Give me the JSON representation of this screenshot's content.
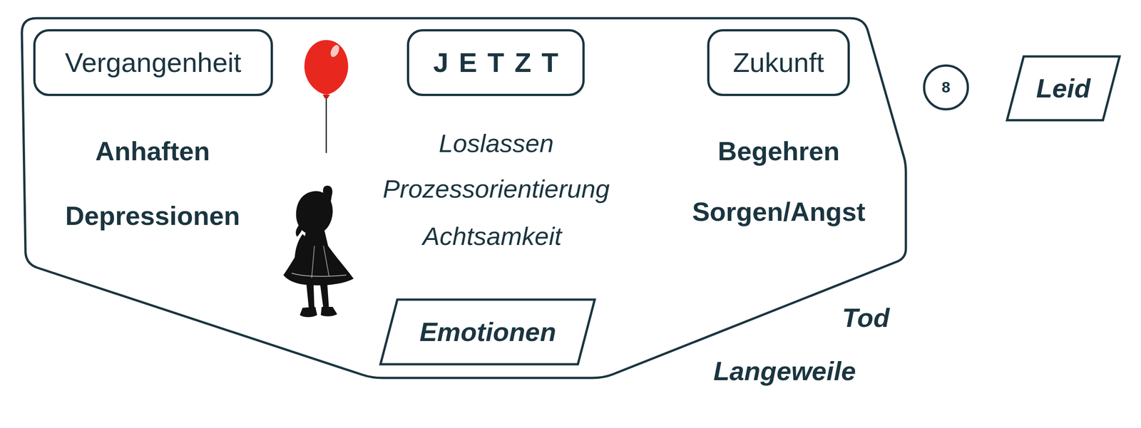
{
  "diagram": {
    "nodes": [
      {
        "text": [
          "Anhaften",
          "Depressionen",
          "Loslassen",
          "Prozessorientierung",
          "Achtsamkeit",
          "Begehren",
          "Sorgen/Angst"
        ]
      },
      {
        "text": [
          "Vergangenheit"
        ],
        "in": 0
      },
      {
        "text": [
          "JETZT"
        ],
        "in": 0
      },
      {
        "text": [
          "Zukunft"
        ],
        "in": 0
      },
      {
        "text": [
          "Emotionen"
        ],
        "in": 0
      },
      {
        "text": [
          "8"
        ]
      },
      {
        "text": [
          "Leid"
        ]
      }
    ],
    "labels": [
      "Tod",
      "Langeweile"
    ]
  }
}
